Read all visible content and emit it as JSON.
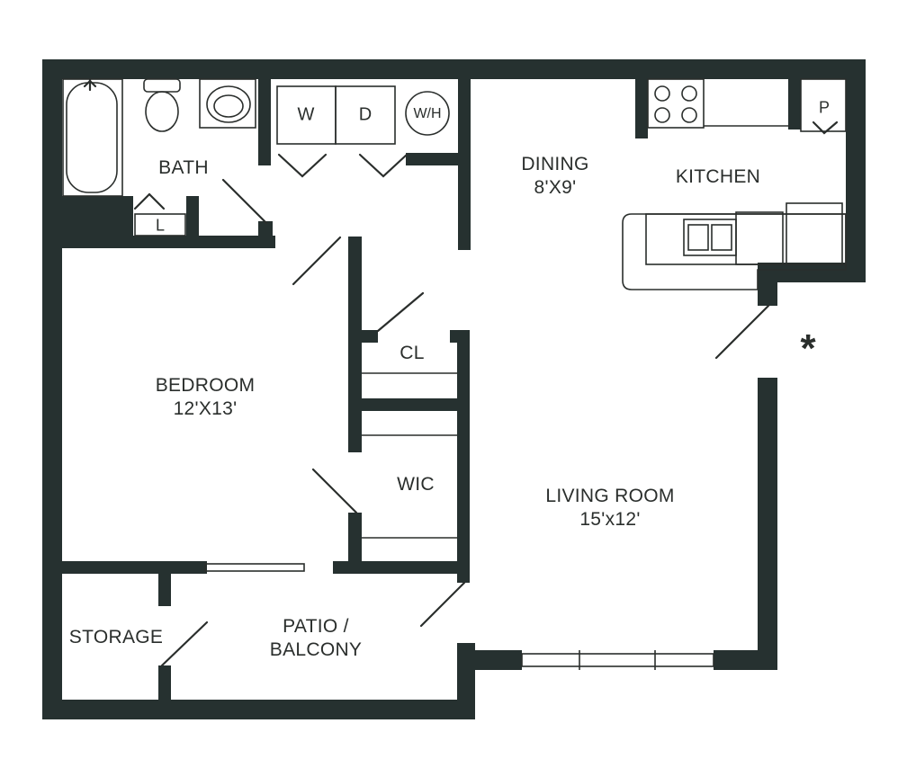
{
  "rooms": {
    "bath": {
      "name": "BATH"
    },
    "dining": {
      "name": "DINING",
      "size": "8'X9'"
    },
    "kitchen": {
      "name": "KITCHEN"
    },
    "bedroom": {
      "name": "BEDROOM",
      "size": "12'X13'"
    },
    "closet": {
      "name": "CL"
    },
    "walk_in_closet": {
      "name": "WIC"
    },
    "living_room": {
      "name": "LIVING ROOM",
      "size": "15'x12'"
    },
    "storage": {
      "name": "STORAGE"
    },
    "patio": {
      "name_line1": "PATIO /",
      "name_line2": "BALCONY"
    }
  },
  "fixtures": {
    "washer": "W",
    "dryer": "D",
    "water_heater": "W/H",
    "linen": "L",
    "pantry": "P"
  },
  "markers": {
    "asterisk": "*"
  },
  "colors": {
    "wall": "#263130",
    "line": "#2a2e2c",
    "background": "#ffffff"
  }
}
